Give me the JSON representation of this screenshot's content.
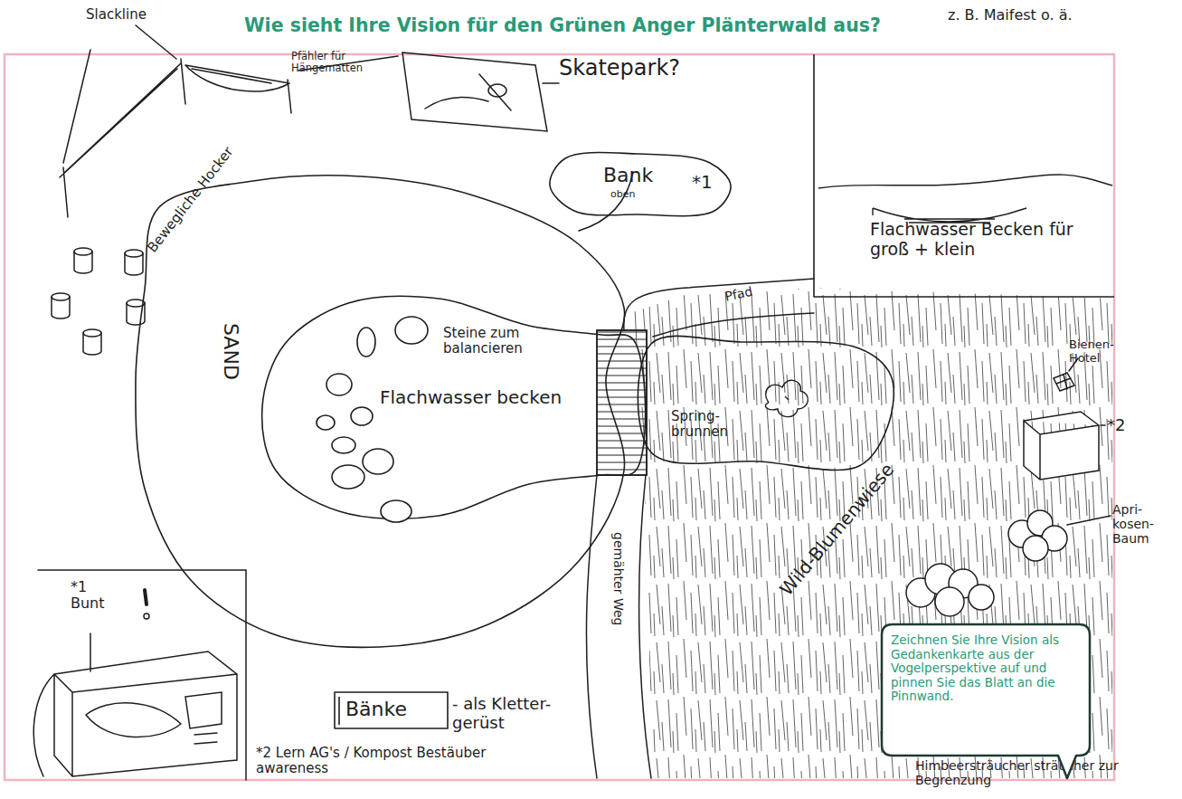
{
  "diagram": {
    "title": "Wie sieht Ihre Vision für den Grünen Anger Plänterwald aus?",
    "nodes": [
      {
        "text": [
          "Bank",
          "oben"
        ]
      },
      {
        "text": [
          "Flachwasser Becken für groß + klein"
        ]
      },
      {
        "text": [
          "SAND"
        ]
      },
      {
        "text": [
          "Steine zum balancieren",
          "Flachwasser becken"
        ],
        "in": 2
      },
      {
        "text": [
          "Spring- brunnen"
        ]
      },
      {
        "text": [
          "Bänke"
        ]
      },
      {
        "text": [
          "Zeichnen Sie Ihre Vision als Gedankenkarte aus der Vogelperspektive auf und pinnen Sie das Blatt an die Pinnwand."
        ]
      }
    ],
    "labels": [
      "Slackline",
      "Pfähler für Hängematten",
      "Skatepark?",
      "z. B. Maifest o. ä.",
      "*1",
      "Bewegliche Hocker",
      "Pfad",
      "Bienen- Hotel",
      "*2",
      "Wild-Blumenwiese",
      "Apri- kosen- Baum",
      "gemähter Weg",
      "- als Kletter- gerüst",
      "*1 Bunt",
      "*2 Lern AG's / Kompost Bestäuber awareness",
      "Himbeersträucher sträucher zur Begrenzung"
    ]
  }
}
